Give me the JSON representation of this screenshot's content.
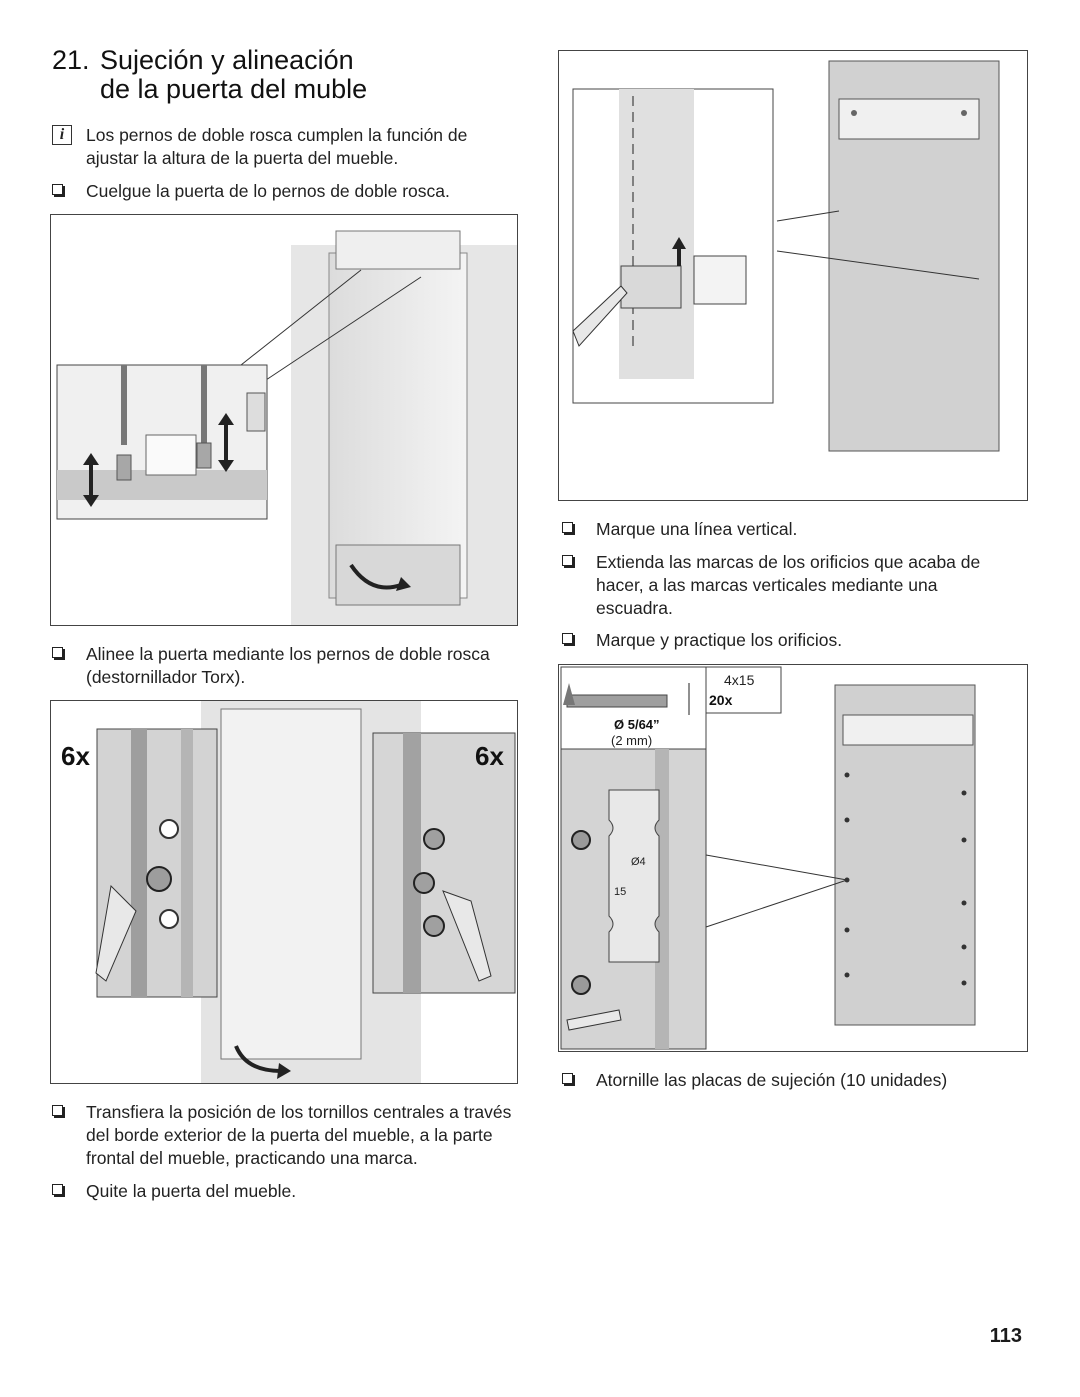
{
  "title": {
    "number": "21.",
    "line1": "Sujeción y alineación",
    "line2": "de la puerta del muble"
  },
  "info_note": {
    "icon_letter": "i",
    "text": "Los pernos de doble rosca cumplen la función de ajustar la altura de la puerta del mueble."
  },
  "left_steps": {
    "s1": "Cuelgue la puerta de lo pernos de doble rosca.",
    "s2": "Alinee la puerta mediante los pernos de doble rosca (destornillador Torx).",
    "s3": "Transfiera la posición de los tornillos centrales a través del borde exterior de la puerta del mueble, a la parte frontal del mueble, practicando una marca.",
    "s4": "Quite la puerta del mueble."
  },
  "right_steps": {
    "s1": "Marque una línea vertical.",
    "s2": "Extienda las marcas de los orificios que acaba de hacer, a las marcas verticales mediante una escuadra.",
    "s3": "Marque y practique los orificios.",
    "s4": "Atornille las placas de sujeción (10 unidades)"
  },
  "figure_labels": {
    "count_left": "6x",
    "count_right": "6x",
    "screw_size": "4x15",
    "screw_count": "20x",
    "drill_diameter": "Ø 5/64”",
    "drill_metric": "(2 mm)",
    "bracket_mark_15": "15",
    "bracket_mark_4": "Ø4"
  },
  "page_number": "113"
}
